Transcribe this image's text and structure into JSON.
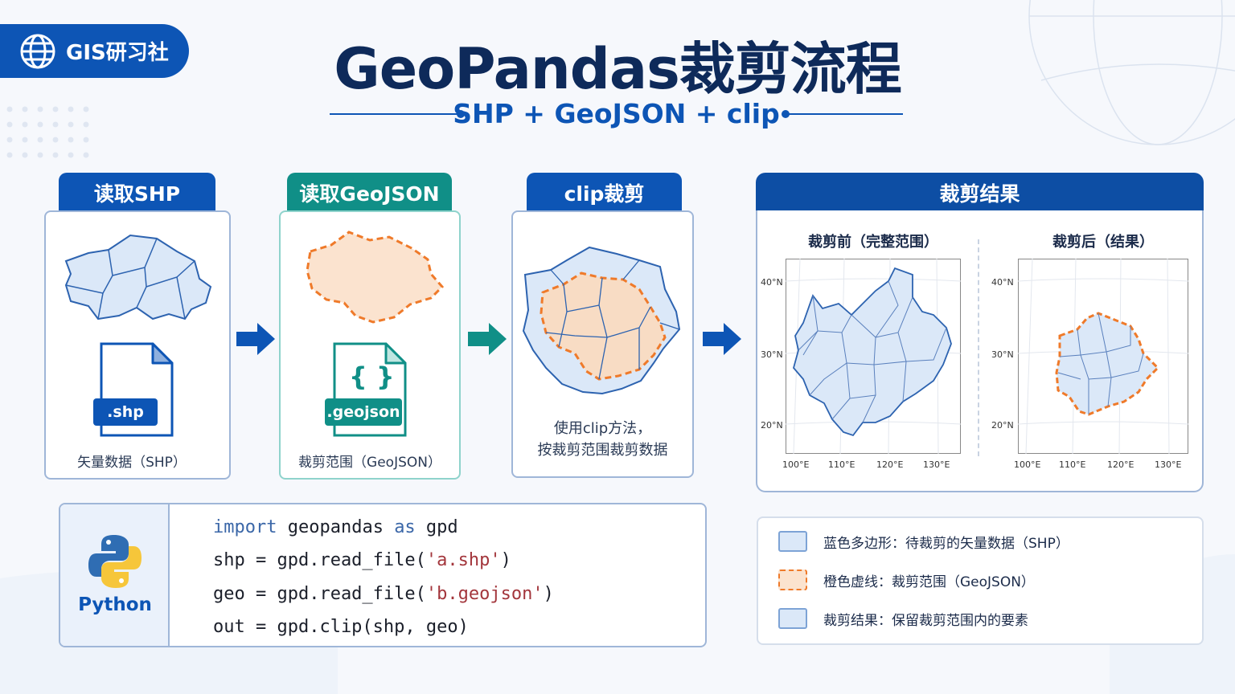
{
  "brand": {
    "name": "GIS研习社",
    "icon": "globe-icon"
  },
  "title": "GeoPandas裁剪流程",
  "subtitle": "SHP + GeoJSON + clip",
  "colors": {
    "blue": "#0d55b5",
    "teal": "#108f87",
    "navy": "#0d4ea4",
    "orange": "#ef7a2a",
    "fill_blue": "#dbe8f8",
    "fill_orange": "#fbe3cf"
  },
  "steps": [
    {
      "tab": "读取SHP",
      "caption": "矢量数据（SHP）",
      "file_label": ".shp",
      "icon": "file-shp-icon"
    },
    {
      "tab": "读取GeoJSON",
      "caption": "裁剪范围（GeoJSON）",
      "file_label": ".geojson",
      "file_glyph": "{ }",
      "icon": "file-geojson-icon"
    },
    {
      "tab": "clip裁剪",
      "caption_line1": "使用clip方法，",
      "caption_line2": "按裁剪范围裁剪数据"
    }
  ],
  "result": {
    "title": "裁剪结果",
    "before": {
      "title": "裁剪前（完整范围）",
      "xticks": [
        "100°E",
        "110°E",
        "120°E",
        "130°E"
      ],
      "yticks": [
        "40°N",
        "30°N",
        "20°N"
      ]
    },
    "after": {
      "title": "裁剪后（结果）",
      "xticks": [
        "100°E",
        "110°E",
        "120°E",
        "130°E"
      ],
      "yticks": [
        "40°N",
        "30°N",
        "20°N"
      ]
    }
  },
  "code": {
    "language": "Python",
    "line1": {
      "kw1": "import",
      "mid": " geopandas ",
      "kw2": "as",
      "end": " gpd"
    },
    "line2": {
      "pre": "shp = gpd.read_file(",
      "str": "'a.shp'",
      "post": ")"
    },
    "line3": {
      "pre": "geo = gpd.read_file(",
      "str": "'b.geojson'",
      "post": ")"
    },
    "line4": "out = gpd.clip(shp, geo)"
  },
  "legend": [
    {
      "text": "蓝色多边形：待裁剪的矢量数据（SHP）",
      "style": "solid-blue"
    },
    {
      "text": "橙色虚线：裁剪范围（GeoJSON）",
      "style": "dashed-orange"
    },
    {
      "text": "裁剪结果：保留裁剪范围内的要素",
      "style": "solid-blue"
    }
  ]
}
